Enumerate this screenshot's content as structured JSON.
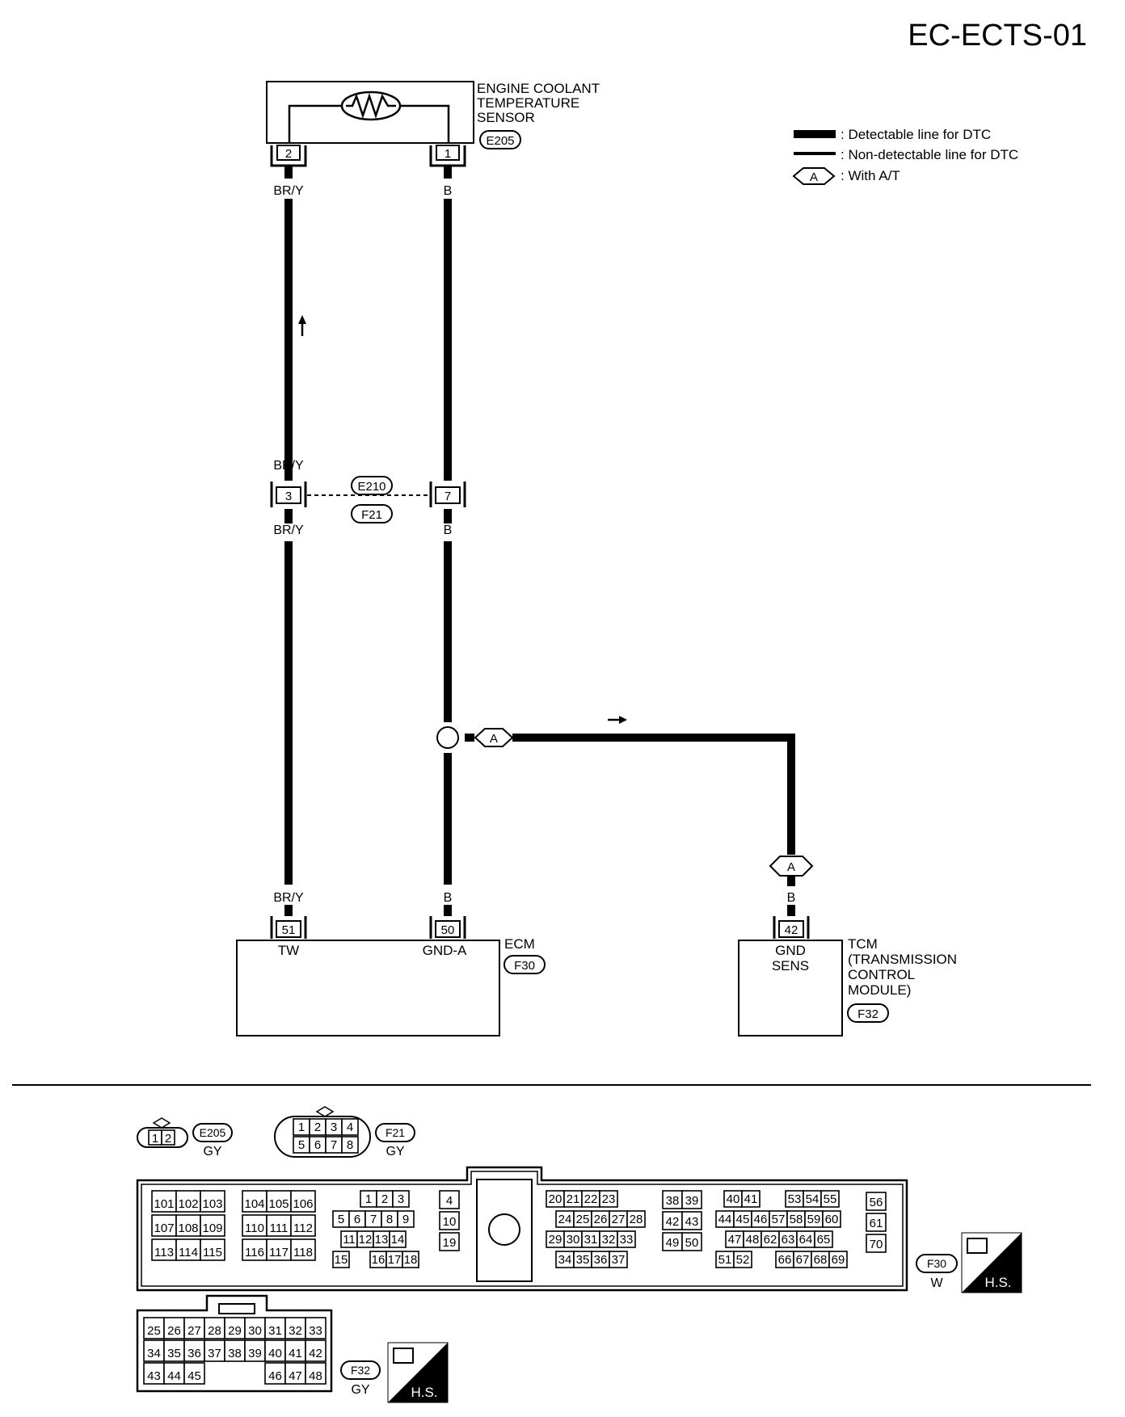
{
  "page_id": "EC-ECTS-01",
  "legend": {
    "detectable": ": Detectable line for DTC",
    "non_detectable": ": Non-detectable line for DTC",
    "option_symbol": "A",
    "option_text": ": With A/T"
  },
  "sensor": {
    "name_line1": "ENGINE COOLANT",
    "name_line2": "TEMPERATURE",
    "name_line3": "SENSOR",
    "connector": "E205",
    "pin_left": "2",
    "pin_right": "1"
  },
  "wires": {
    "left_color": "BR/Y",
    "right_color": "B",
    "tcm_color": "B"
  },
  "junction": {
    "connector_top": "E210",
    "connector_bottom": "F21",
    "pin_left": "3",
    "pin_right": "7"
  },
  "branch_option": "A",
  "ecm": {
    "label": "ECM",
    "connector": "F30",
    "pin_tw": "51",
    "pin_gnd": "50",
    "terminal_tw": "TW",
    "terminal_gnd": "GND-A"
  },
  "tcm": {
    "label_line1": "TCM",
    "label_line2": "(TRANSMISSION",
    "label_line3": "CONTROL",
    "label_line4": "MODULE)",
    "connector": "F32",
    "pin": "42",
    "terminal_line1": "GND",
    "terminal_line2": "SENS"
  },
  "connector_views": {
    "e205": {
      "id": "E205",
      "color": "GY",
      "pins": [
        "1",
        "2"
      ]
    },
    "f21": {
      "id": "F21",
      "color": "GY",
      "pins_top": [
        "1",
        "2",
        "3",
        "4"
      ],
      "pins_bottom": [
        "5",
        "6",
        "7",
        "8"
      ]
    },
    "f30": {
      "id": "F30",
      "color": "W",
      "block1": [
        [
          "101",
          "102",
          "103"
        ],
        [
          "107",
          "108",
          "109"
        ],
        [
          "113",
          "114",
          "115"
        ]
      ],
      "block2": [
        [
          "104",
          "105",
          "106"
        ],
        [
          "110",
          "111",
          "112"
        ],
        [
          "116",
          "117",
          "118"
        ]
      ],
      "block3_row1": [
        "1",
        "2",
        "3"
      ],
      "block3_row2": [
        "5",
        "6",
        "7",
        "8",
        "9"
      ],
      "block3_row3": [
        "11",
        "12",
        "13",
        "14"
      ],
      "block3_row4a": [
        "15"
      ],
      "block3_row4b": [
        "16",
        "17",
        "18"
      ],
      "block4": [
        "4",
        "10",
        "19"
      ],
      "block5_row1": [
        "20",
        "21",
        "22",
        "23"
      ],
      "block5_row2": [
        "24",
        "25",
        "26",
        "27",
        "28"
      ],
      "block5_row3": [
        "29",
        "30",
        "31",
        "32",
        "33"
      ],
      "block5_row4": [
        "34",
        "35",
        "36",
        "37"
      ],
      "block6": [
        [
          "38",
          "39"
        ],
        [
          "42",
          "43"
        ],
        [
          "49",
          "50"
        ]
      ],
      "block7_row1a": [
        "40",
        "41"
      ],
      "block7_row1b": [
        "53",
        "54",
        "55"
      ],
      "block7_row2": [
        "44",
        "45",
        "46",
        "57",
        "58",
        "59",
        "60"
      ],
      "block7_row3": [
        "47",
        "48",
        "62",
        "63",
        "64",
        "65"
      ],
      "block7_row4a": [
        "51",
        "52"
      ],
      "block7_row4b": [
        "66",
        "67",
        "68",
        "69"
      ],
      "block8": [
        "56",
        "61",
        "70"
      ]
    },
    "f32": {
      "id": "F32",
      "color": "GY",
      "row1": [
        "25",
        "26",
        "27",
        "28",
        "29",
        "30",
        "31",
        "32",
        "33"
      ],
      "row2": [
        "34",
        "35",
        "36",
        "37",
        "38",
        "39",
        "40",
        "41",
        "42"
      ],
      "row3a": [
        "43",
        "44",
        "45"
      ],
      "row3b": [
        "46",
        "47",
        "48"
      ]
    },
    "hs_label": "H.S."
  }
}
